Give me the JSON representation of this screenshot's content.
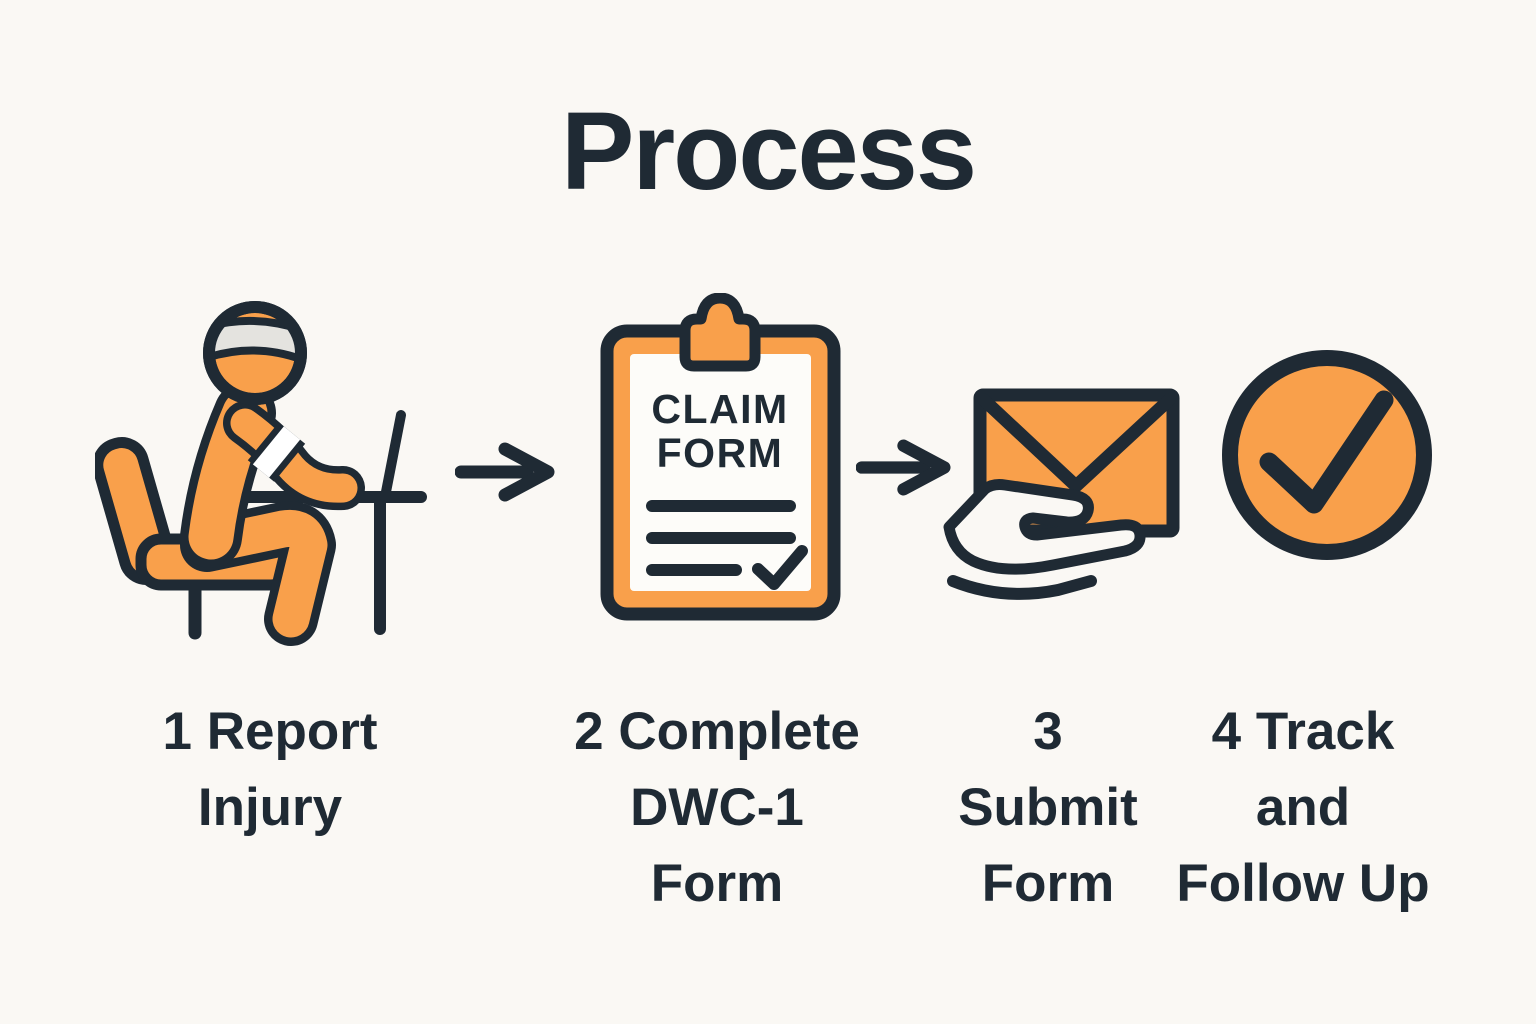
{
  "title": "Process",
  "colors": {
    "background": "#FAF8F4",
    "accent_orange": "#F9A04B",
    "ink": "#1F2A34",
    "bandage_gray": "#E4E3DF",
    "paper_white": "#FDFCF9"
  },
  "steps": [
    {
      "label": "1 Report\nInjury",
      "icon": "injured-worker-at-desk-icon"
    },
    {
      "label": "2 Complete\nDWC-1\nForm",
      "icon": "claim-form-clipboard-icon"
    },
    {
      "label": "3\nSubmit\nForm",
      "icon": "hand-submitting-envelope-icon"
    },
    {
      "label": "4 Track\nand\nFollow Up",
      "icon": "checkmark-circle-icon"
    }
  ],
  "clipboard": {
    "line1": "CLAIM",
    "line2": "FORM"
  },
  "connector_icon": "right-arrow-icon"
}
